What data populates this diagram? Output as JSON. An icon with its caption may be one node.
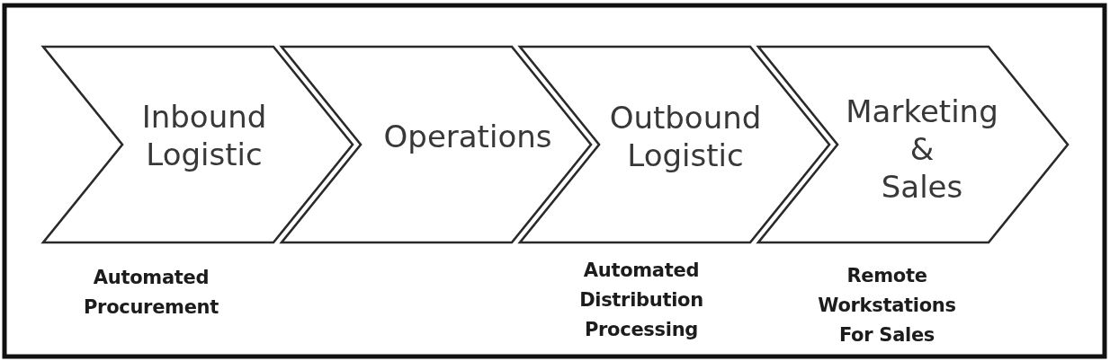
{
  "diagram": {
    "nodes": [
      {
        "text": [
          "Inbound Logistic"
        ],
        "beside": [
          "Automated Procurement"
        ]
      },
      {
        "text": [
          "Operations"
        ]
      },
      {
        "text": [
          "Outbound Logistic"
        ],
        "beside": [
          "Automated Distribution Processing"
        ]
      },
      {
        "text": [
          "Marketing & Sales"
        ],
        "beside": [
          "Remote Workstations For Sales"
        ]
      }
    ]
  }
}
